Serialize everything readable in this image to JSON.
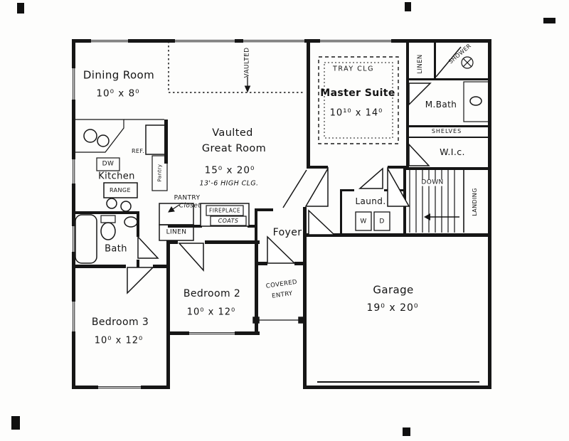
{
  "rooms": {
    "dining": {
      "name": "Dining Room",
      "dims": "10⁰ x 8⁰"
    },
    "great_room": {
      "name_line1": "Vaulted",
      "name_line2": "Great Room",
      "dims": "15⁰ x 20⁰",
      "ceiling_note": "13'-6 HIGH CLG.",
      "vaulted_marker": "VAULTED"
    },
    "master_suite": {
      "name": "Master Suite",
      "dims": "10¹⁰ x 14⁰",
      "ceiling_note": "TRAY CLG"
    },
    "master_bath": {
      "name": "M.Bath",
      "shower": "SHOWER",
      "linen": "LINEN",
      "shelves": "SHELVES",
      "wic": "W.I.c."
    },
    "kitchen": {
      "name": "Kitchen",
      "ref": "REF.",
      "range": "RANGE",
      "dw": "DW",
      "pantry_cabinet": "Pantry"
    },
    "hall": {
      "pantry_closet_line1": "PANTRY",
      "pantry_closet_line2": "Closet",
      "fireplace": "FIREPLACE",
      "coats": "COATS",
      "linen": "LINEN"
    },
    "foyer": {
      "name": "Foyer"
    },
    "bath": {
      "name": "Bath"
    },
    "laundry": {
      "name": "Laund.",
      "washer": "W",
      "dryer": "D"
    },
    "stairs": {
      "down": "DOWN",
      "landing": "LANDING"
    },
    "bedroom2": {
      "name": "Bedroom 2",
      "dims": "10⁰ x 12⁰"
    },
    "bedroom3": {
      "name": "Bedroom 3",
      "dims": "10⁰ x 12⁰"
    },
    "garage": {
      "name": "Garage",
      "dims": "19⁰ x 20⁰"
    },
    "covered_entry": {
      "line1": "COVERED",
      "line2": "ENTRY"
    }
  },
  "colors": {
    "ink": "#161616",
    "paper": "#fdfdfc"
  }
}
